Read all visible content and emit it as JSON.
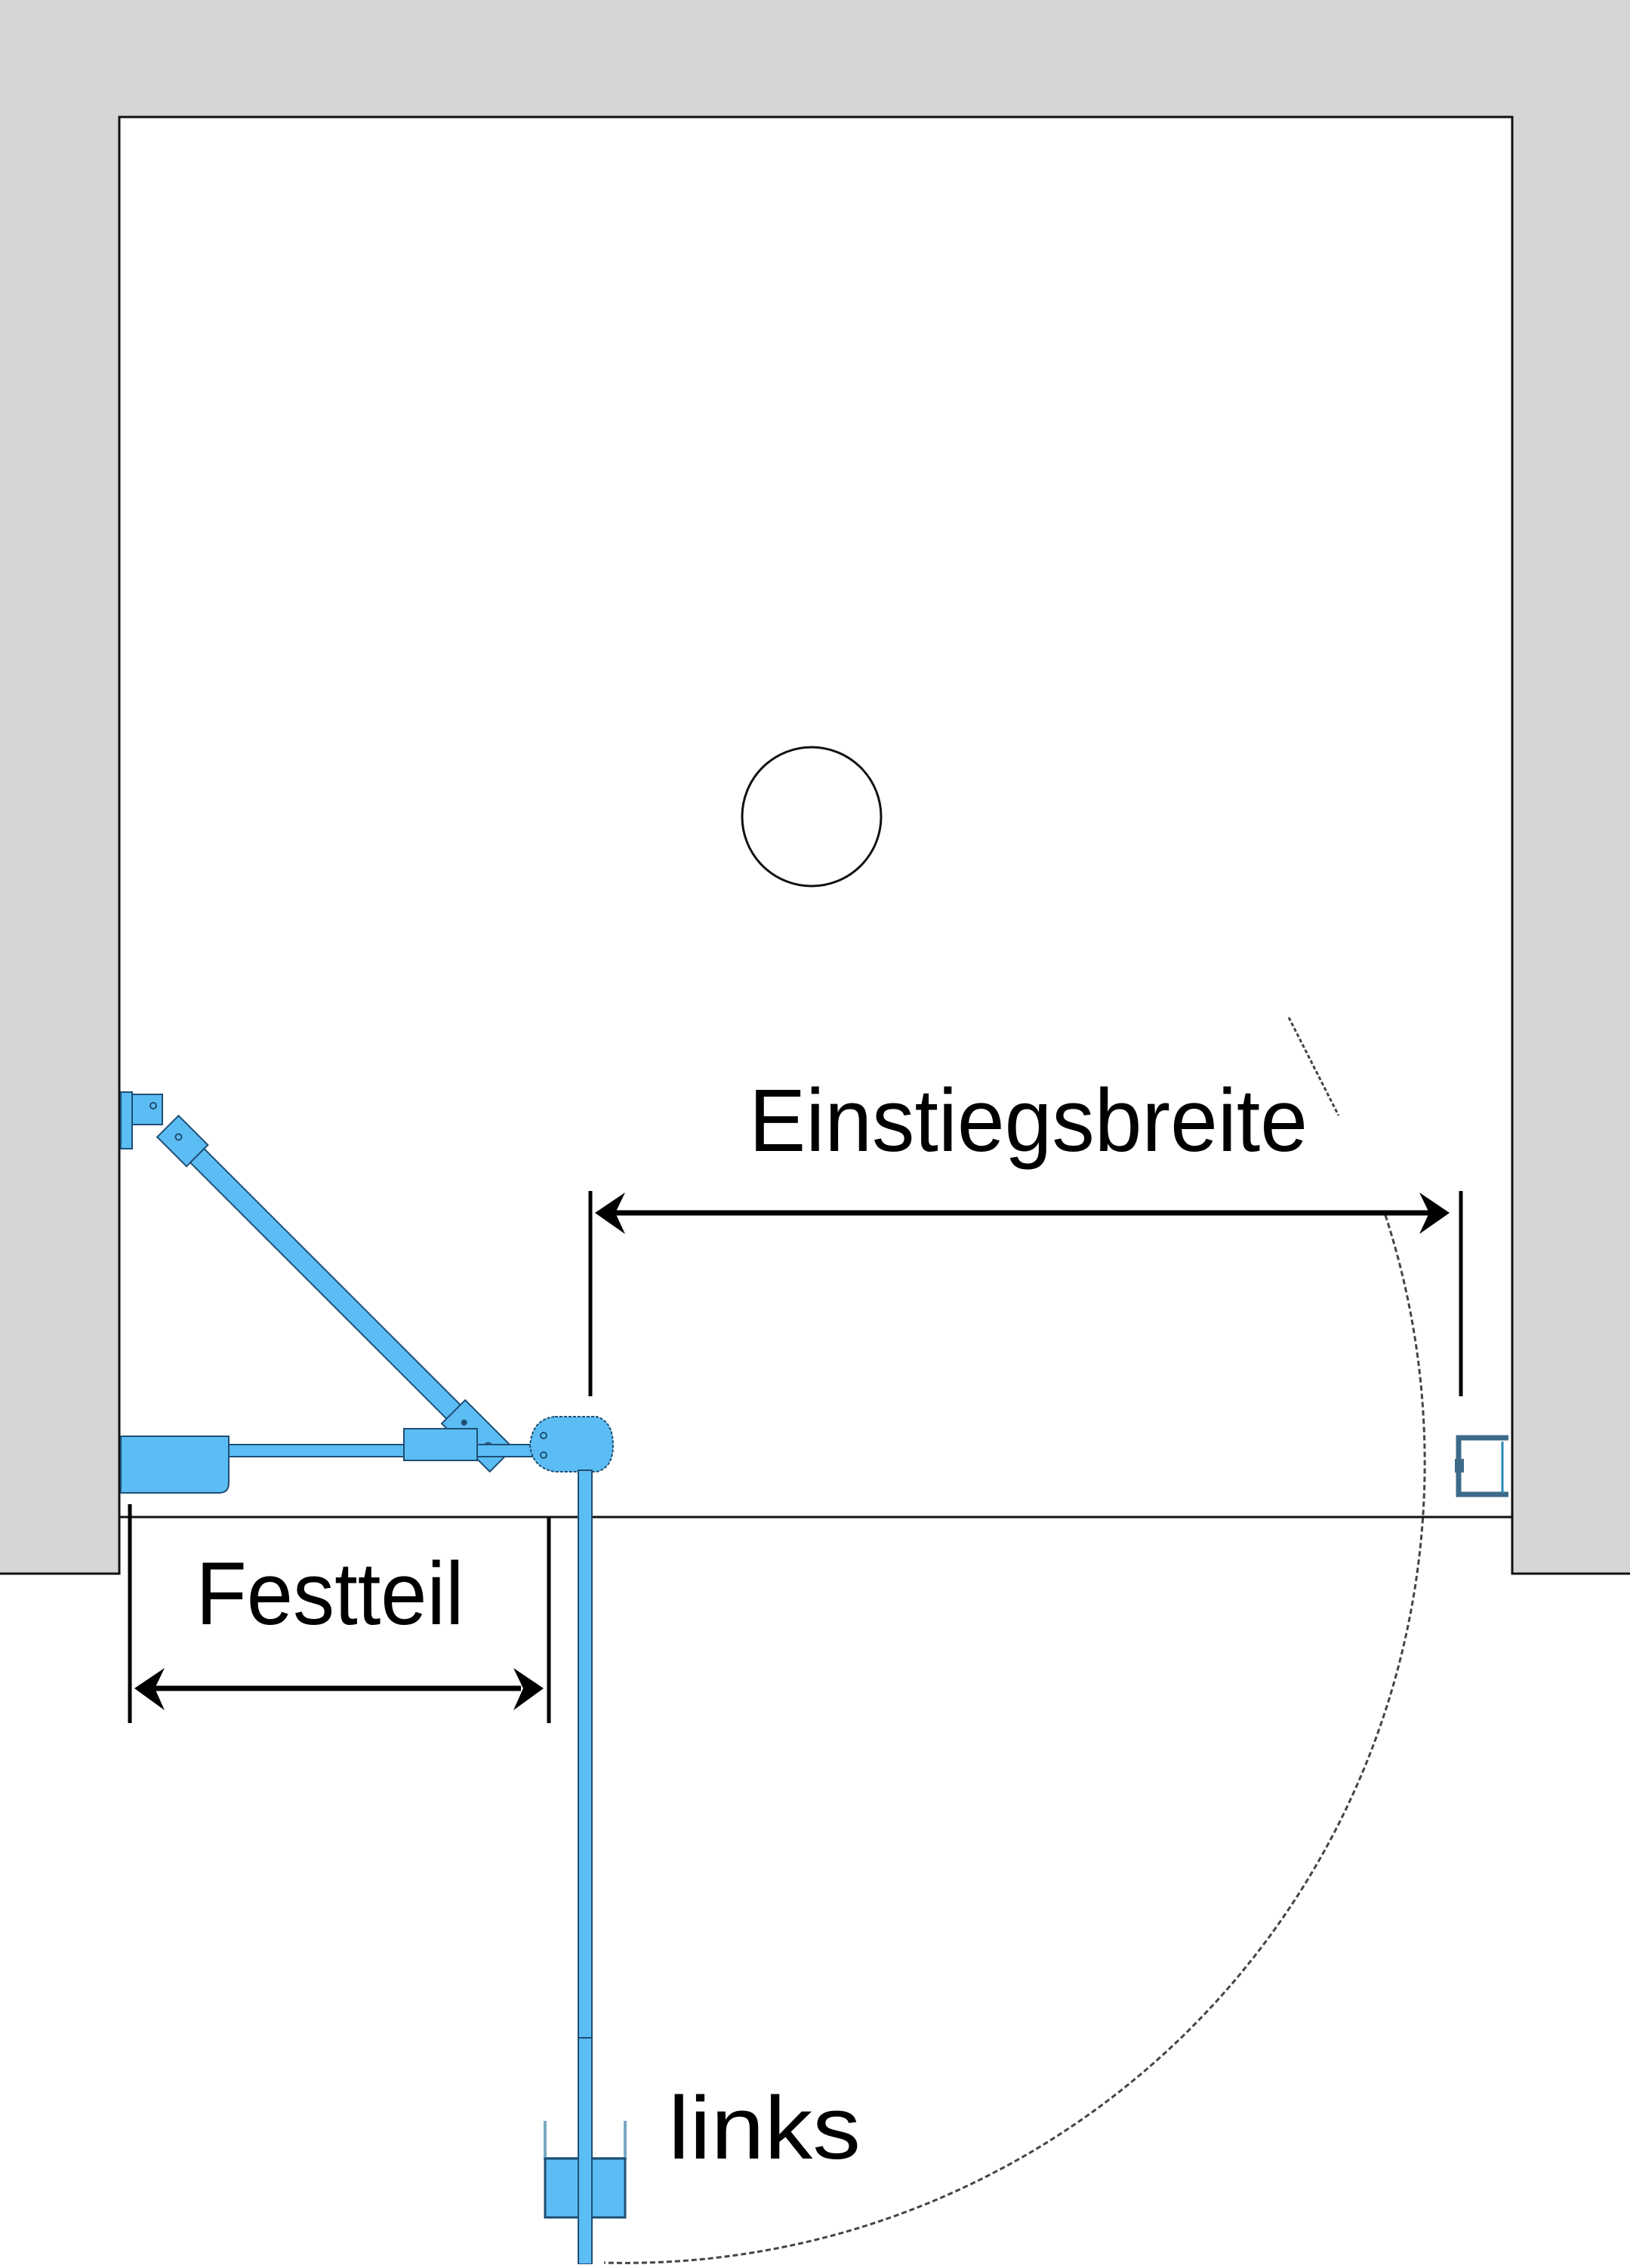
{
  "diagram": {
    "type": "shower-enclosure-floor-plan",
    "labels": {
      "entry_width": "Einstiegsbreite",
      "fixed_panel": "Festteil",
      "side": "links"
    },
    "colors": {
      "wall": "#d6d6d6",
      "floor": "#ffffff",
      "outline": "#111111",
      "glass": "#5cbdf5",
      "glass_stroke": "#1f4f73",
      "strike_plate": "#3e6a8a",
      "dimension": "#000000",
      "swing_arc": "#444444"
    },
    "elements": [
      "walls",
      "shower-tray",
      "drain",
      "fixed-panel",
      "stabilizer-bar",
      "hinge",
      "door-panel",
      "door-handle",
      "strike-plate",
      "door-swing-arc",
      "dimension-festteil",
      "dimension-einstiegsbreite"
    ]
  }
}
